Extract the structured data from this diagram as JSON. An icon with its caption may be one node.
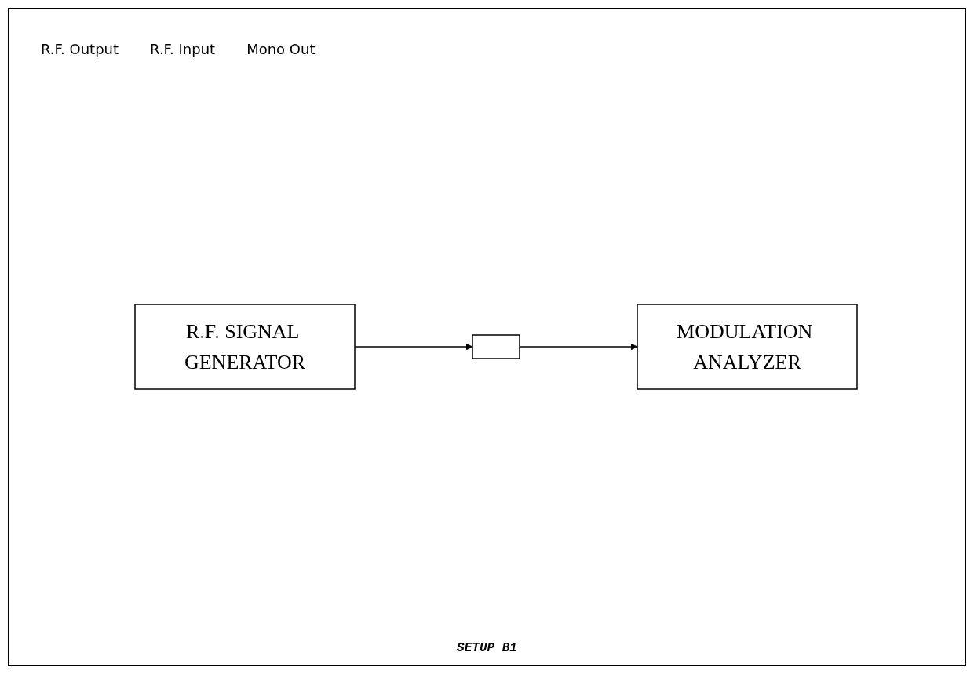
{
  "diagram": {
    "caption": "SETUP B1",
    "nodes": [
      {
        "text": [
          "R.F. SIGNAL GENERATOR"
        ]
      },
      {
        "text": [],
        "shape": "box"
      },
      {
        "text": [
          "MODULATION ANALYZER"
        ]
      }
    ],
    "edges": [
      {
        "from": 0,
        "to": 1,
        "arrow": "to"
      },
      {
        "from": 1,
        "to": 2,
        "arrow": "to"
      }
    ],
    "labels": [
      "R.F. Output",
      "R.F. Input",
      "Mono Out"
    ]
  }
}
